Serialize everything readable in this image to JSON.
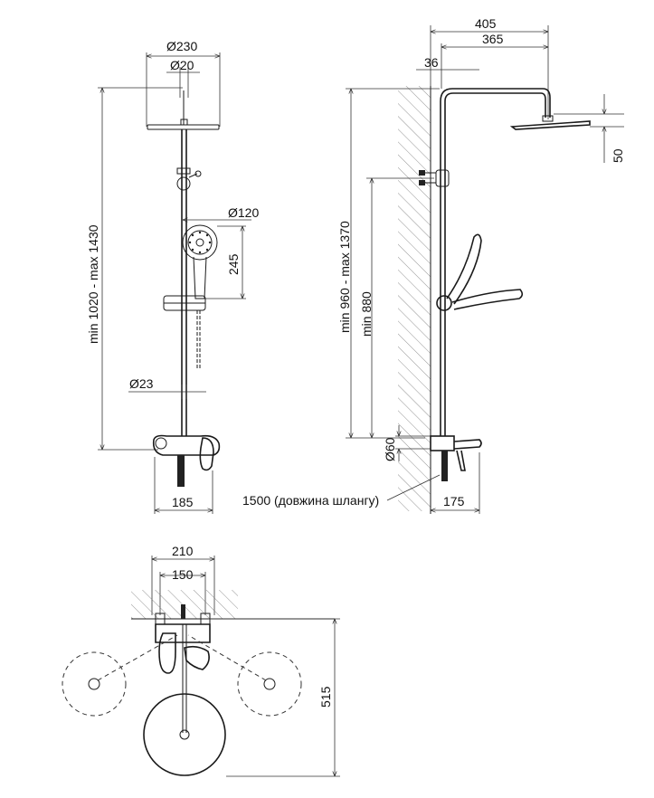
{
  "front_view": {
    "d_head": "Ø230",
    "d_arm": "Ø20",
    "d_hand": "Ø120",
    "hand_len": "245",
    "height_range": "min 1020 - max 1430",
    "d_pipe": "Ø23",
    "mixer_width": "185"
  },
  "side_view": {
    "reach_total": "405",
    "reach_arm": "365",
    "wall_offset": "36",
    "head_offset": "50",
    "height_range": "min 960 - max 1370",
    "min_height": "min 880",
    "d_escutcheon": "Ø60",
    "hose_length": "1500 (довжина шлангу)",
    "mixer_depth": "175"
  },
  "top_view": {
    "width_outer": "210",
    "width_inner": "150",
    "depth": "515"
  }
}
